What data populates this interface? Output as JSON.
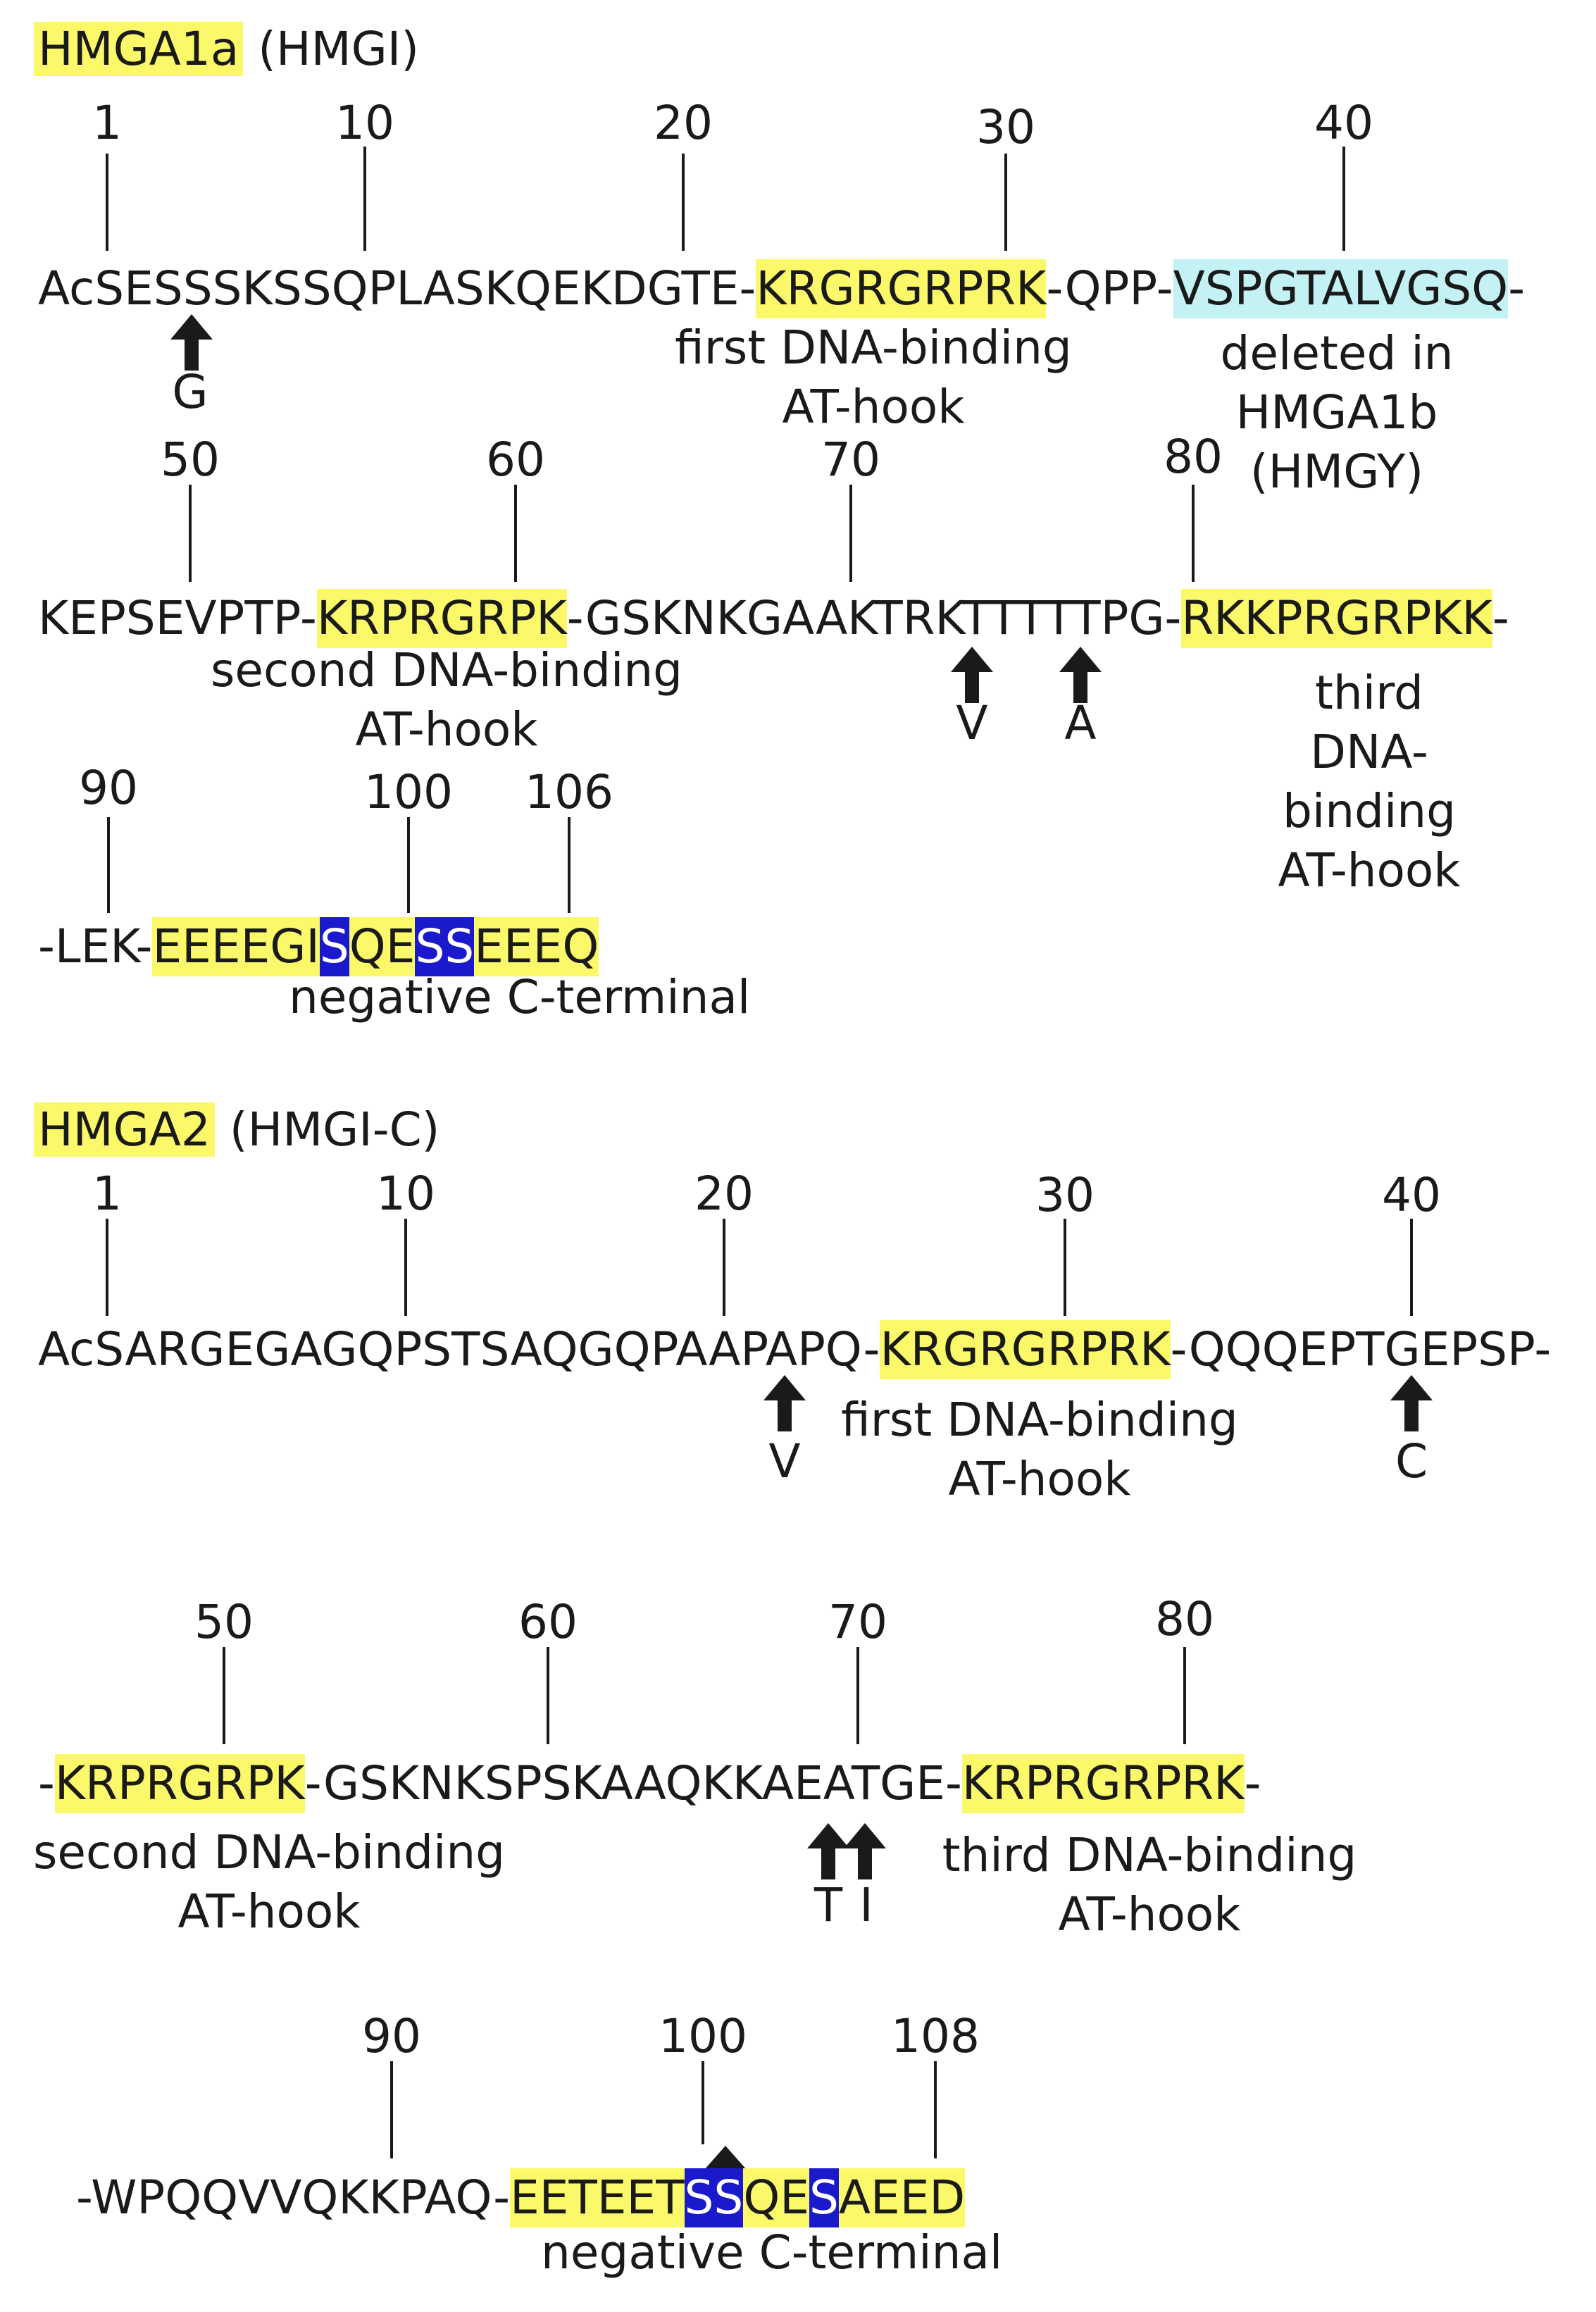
{
  "hmga1": {
    "title_name": "HMGA1a",
    "title_alias": "(HMGI)",
    "line1": {
      "ticks": [
        "1",
        "10",
        "20",
        "30",
        "40"
      ],
      "segments": [
        "AcSESSSKSSQPLASKQEKDGTE-",
        "KRGRGRPRK",
        "-QPP-",
        "VSPGTALVGSQ",
        "-"
      ],
      "caption_at_hook": "first DNA-binding\nAT-hook",
      "caption_deleted": "deleted in HMGA1b\n(HMGY)",
      "mutations": [
        "G"
      ]
    },
    "line2": {
      "ticks": [
        "50",
        "60",
        "70",
        "80"
      ],
      "segments": [
        "KEPSEVPTP-",
        "KRPRGRPK",
        "-GSKNKGAAKTRKTTTTTPG-",
        "RKKPRGRPKK",
        "-"
      ],
      "caption_second": "second DNA-binding\nAT-hook",
      "caption_third": "third DNA-binding\nAT-hook",
      "mutations": [
        "V",
        "A"
      ]
    },
    "line3": {
      "ticks": [
        "90",
        "100",
        "106"
      ],
      "segments": [
        "-LEK-",
        "EEEEGI",
        "S",
        "QE",
        "SS",
        "EEEQ"
      ],
      "caption": "negative C-terminal"
    }
  },
  "hmga2": {
    "title_name": "HMGA2",
    "title_alias": "(HMGI-C)",
    "line1": {
      "ticks": [
        "1",
        "10",
        "20",
        "30",
        "40"
      ],
      "segments": [
        "AcSARGEGAGQPSTSAQGQPAAPAPQ-",
        "KRGRGRPRK",
        "-QQQEPTGEPSP-"
      ],
      "caption_at_hook": "first DNA-binding\nAT-hook",
      "mutations": [
        "V",
        "C"
      ]
    },
    "line2": {
      "ticks": [
        "50",
        "60",
        "70",
        "80"
      ],
      "segments": [
        "-",
        "KRPRGRPK",
        "-GSKNKSPSKAAQKKAEATGE-",
        "KRPRGRPRK",
        "-"
      ],
      "caption_second": "second DNA-binding\nAT-hook",
      "caption_third": "third DNA-binding\nAT-hook",
      "mutations": [
        "T",
        "I"
      ]
    },
    "line3": {
      "ticks": [
        "90",
        "100",
        "108"
      ],
      "segments": [
        "-WPQQVVQKKPAQ-",
        "EETEET",
        "SS",
        "QE",
        "S",
        "AEED"
      ],
      "caption": "negative C-terminal"
    }
  },
  "colors": {
    "highlight": "#fbf96a",
    "deleted": "#c4f1f3",
    "phospho": "#1a1acc",
    "text": "#1a1a1a"
  }
}
